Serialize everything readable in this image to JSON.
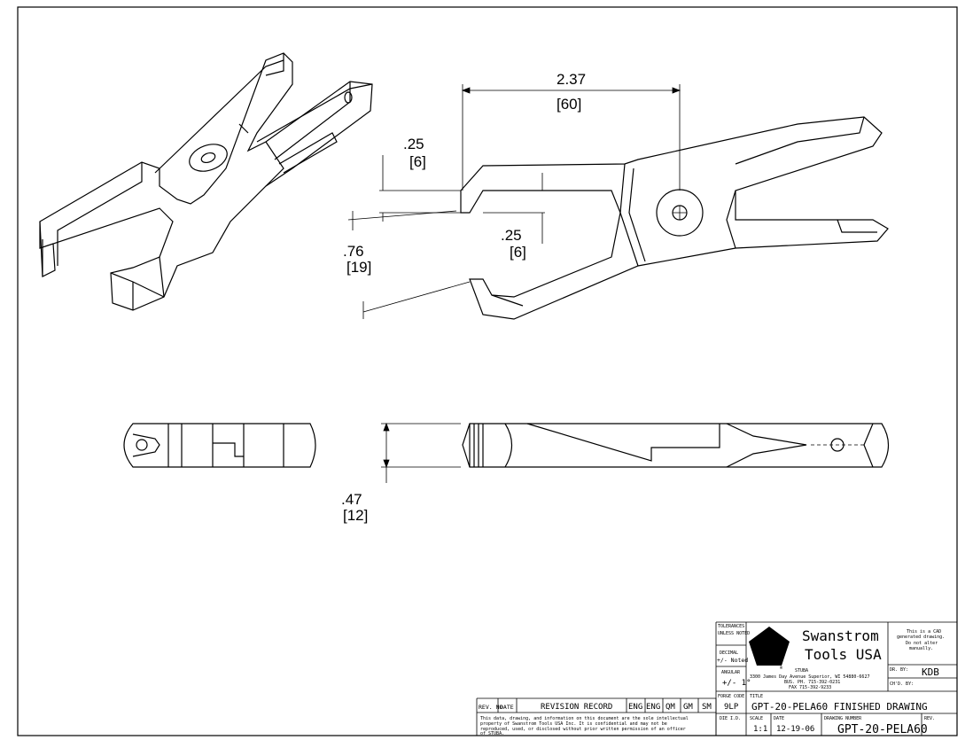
{
  "dimensions": {
    "length_in": "2.37",
    "length_mm": "[60]",
    "jaw_top_in": ".25",
    "jaw_top_mm": "[6]",
    "jaw_inner_in": ".25",
    "jaw_inner_mm": "[6]",
    "opening_in": ".76",
    "opening_mm": "[19]",
    "thickness_in": ".47",
    "thickness_mm": "[12]"
  },
  "title_block": {
    "tolerances": "TOLERANCES",
    "tol_sub": "UNLESS NOTED",
    "decimal_label": "DECIMAL",
    "decimal_value": "+/- Noted",
    "angular_label": "ANGULAR",
    "angular_value": "+/- 1°",
    "company_line1": "Swanstrom",
    "company_line2": "Tools USA",
    "stuba": "STUBA",
    "address": "3300 James Day Avenue Superior, WI 54880-6627",
    "phone": "BUS. PH. 715-392-0231",
    "fax": "FAX 715-392-9233",
    "cad_note1": "This is a CAD",
    "cad_note2": "generated drawing.",
    "cad_note3": "Do not alter",
    "cad_note4": "manually.",
    "dr_by_label": "DR. BY:",
    "dr_by_value": "KDB",
    "chd_by_label": "CH'D. BY:",
    "forge_code_label": "FORGE CODE",
    "forge_code_value": "9LP",
    "title_label": "TITLE",
    "title_value": "GPT-20-PELA60 FINISHED DRAWING",
    "die_id_label": "DIE I.D.",
    "scale_label": "SCALE",
    "scale_value": "1:1",
    "date_label": "DATE",
    "date_value": "12-19-06",
    "drawing_number_label": "DRAWING NUMBER",
    "drawing_number_value": "GPT-20-PELA60",
    "rev_label": "REV."
  },
  "revision_block": {
    "headers": [
      "REV. NO",
      "DATE",
      "REVISION RECORD",
      "ENG",
      "ENG",
      "QM",
      "GM",
      "SM"
    ],
    "notice_lines": [
      "This data, drawing, and information on this document are the sole intellectual",
      "property of Swanstrom Tools USA Inc.  It is confidential and may not be",
      "reproduced, used, or disclosed without prior written permission of an officer",
      "of STUBA."
    ]
  }
}
